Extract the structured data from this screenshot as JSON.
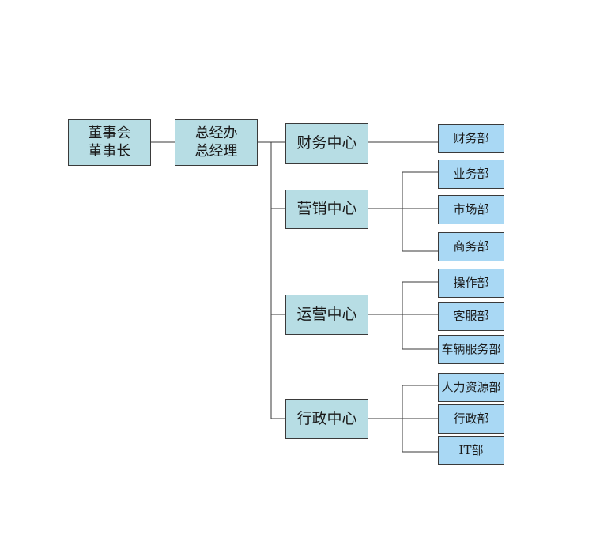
{
  "board": {
    "line1": "董事会",
    "line2": "董事长"
  },
  "gm_office": {
    "line1": "总经办",
    "line2": "总经理"
  },
  "centers": [
    {
      "label": "财务中心",
      "departments": [
        "财务部"
      ]
    },
    {
      "label": "营销中心",
      "departments": [
        "业务部",
        "市场部",
        "商务部"
      ]
    },
    {
      "label": "运营中心",
      "departments": [
        "操作部",
        "客服部",
        "车辆服务部"
      ]
    },
    {
      "label": "行政中心",
      "departments": [
        "人力资源部",
        "行政部",
        "IT部"
      ]
    }
  ],
  "colors": {
    "top_box": "#b7dde4",
    "center_box": "#b7dde4",
    "dept_box": "#a9d8f4",
    "line": "#3a3a3a"
  }
}
